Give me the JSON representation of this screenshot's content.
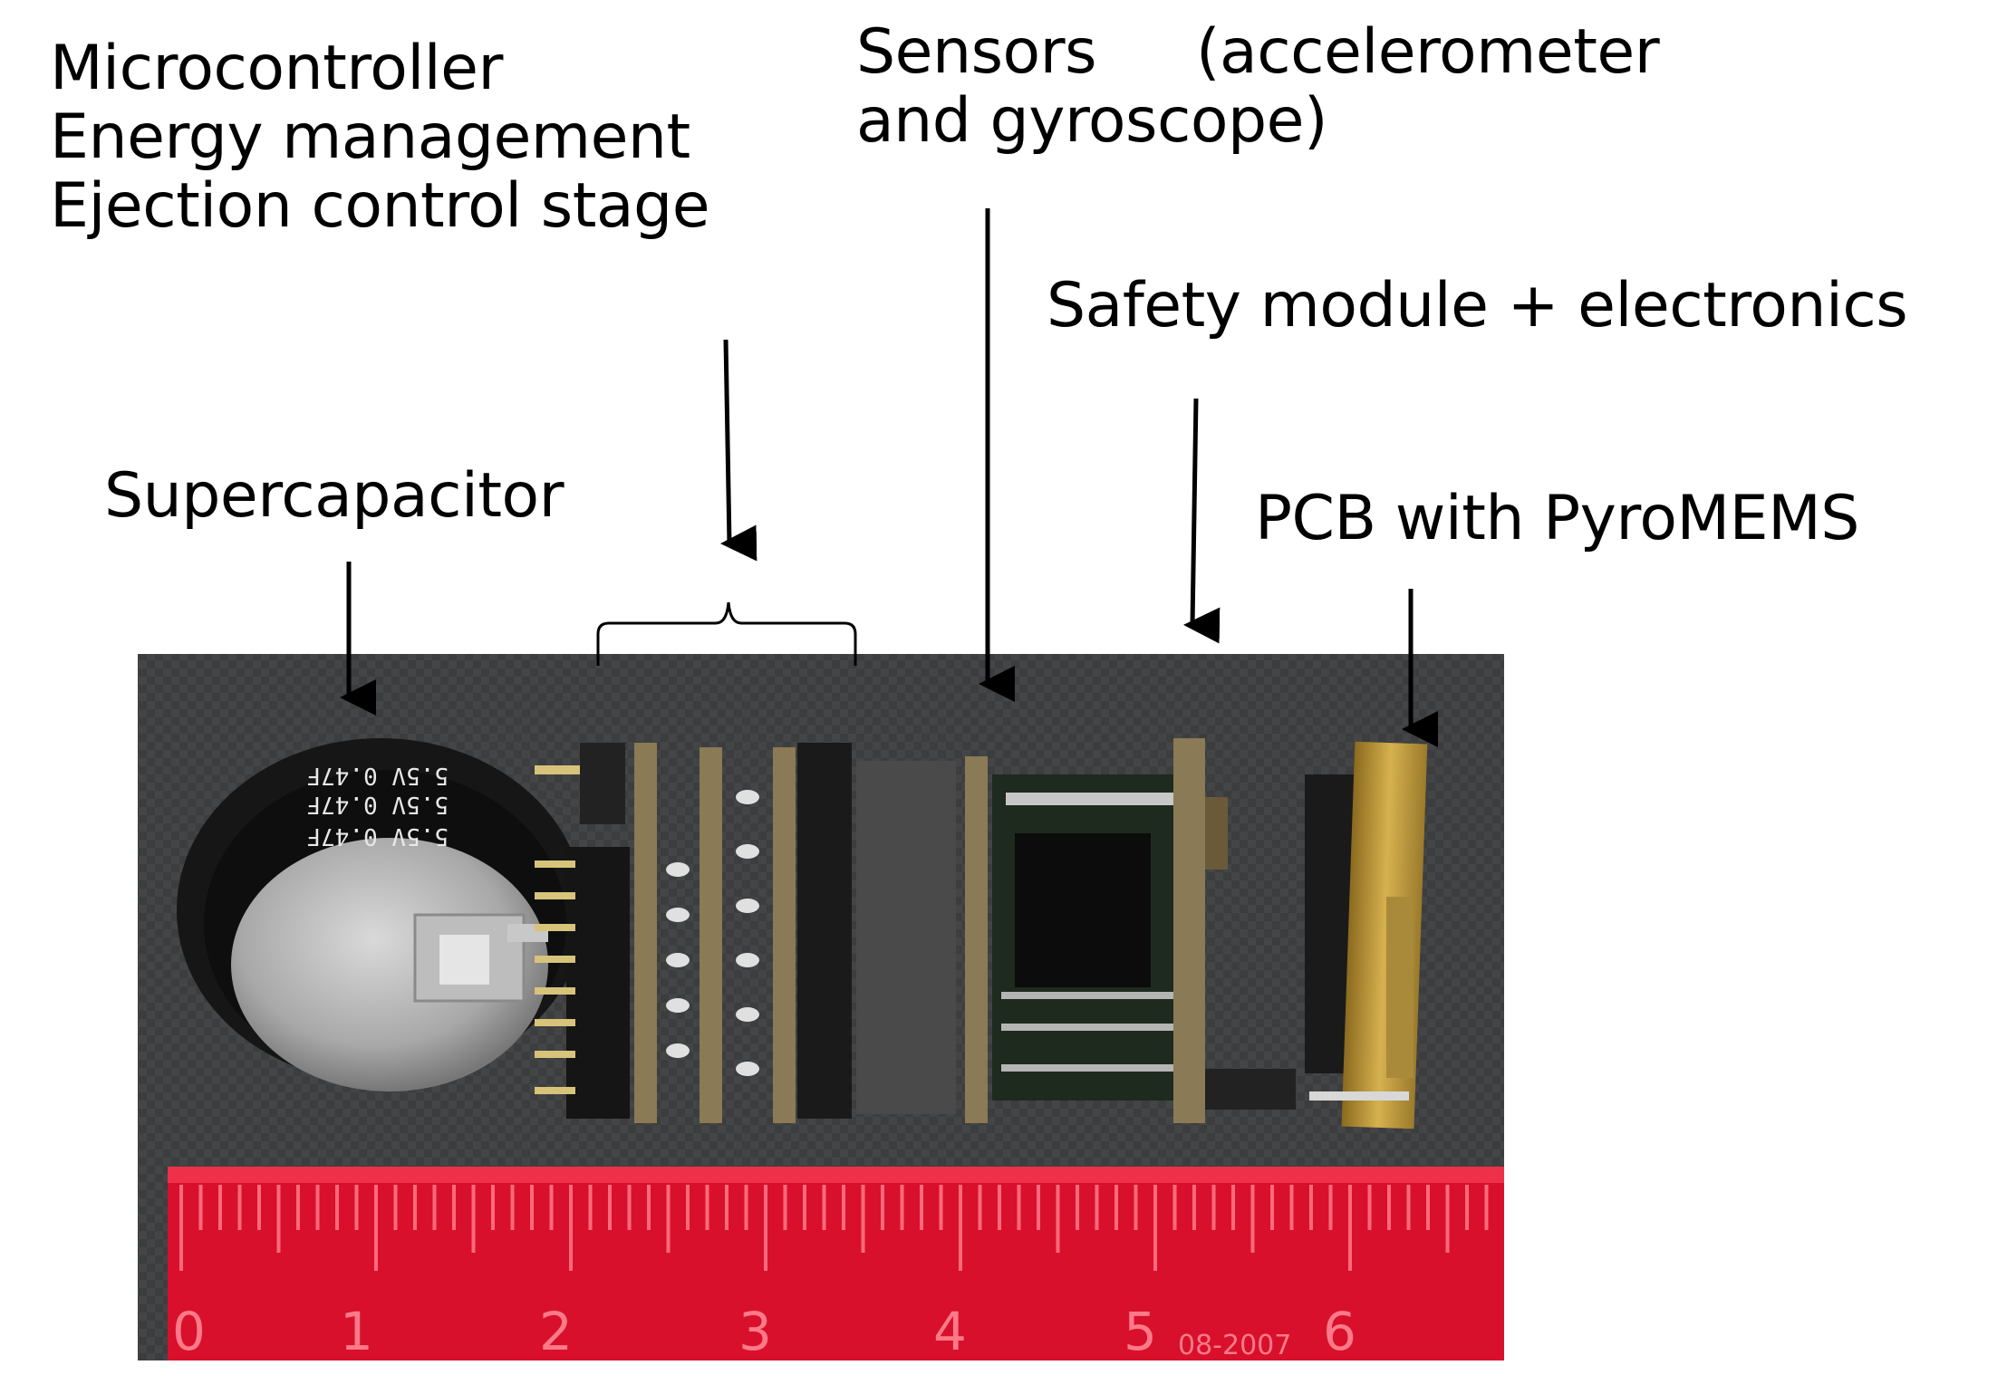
{
  "labels": {
    "module_lines": [
      "Microcontroller",
      "Energy management",
      "Ejection control stage"
    ],
    "sensors_line1_a": "Sensors",
    "sensors_line1_b": "(accelerometer",
    "sensors_line2": "and gyroscope)",
    "safety": "Safety module + electronics",
    "supercapacitor": "Supercapacitor",
    "pcb": "PCB with PyroMEMS"
  },
  "photo": {
    "capacitor_markings": [
      "5.5V 0.47F",
      "5.5V 0.47F",
      "5.5V 0.47F"
    ],
    "ruler_numbers": [
      "0",
      "1",
      "2",
      "3",
      "4",
      "5",
      "6"
    ],
    "ruler_stamp": "08-2007"
  },
  "colors": {
    "text": "#000000",
    "background": "#ffffff",
    "photo_backdrop": "#3c3d3e",
    "ruler": "#d8102c",
    "board_edge": "#8a7a55",
    "pcb_gold": "#c9a447"
  }
}
